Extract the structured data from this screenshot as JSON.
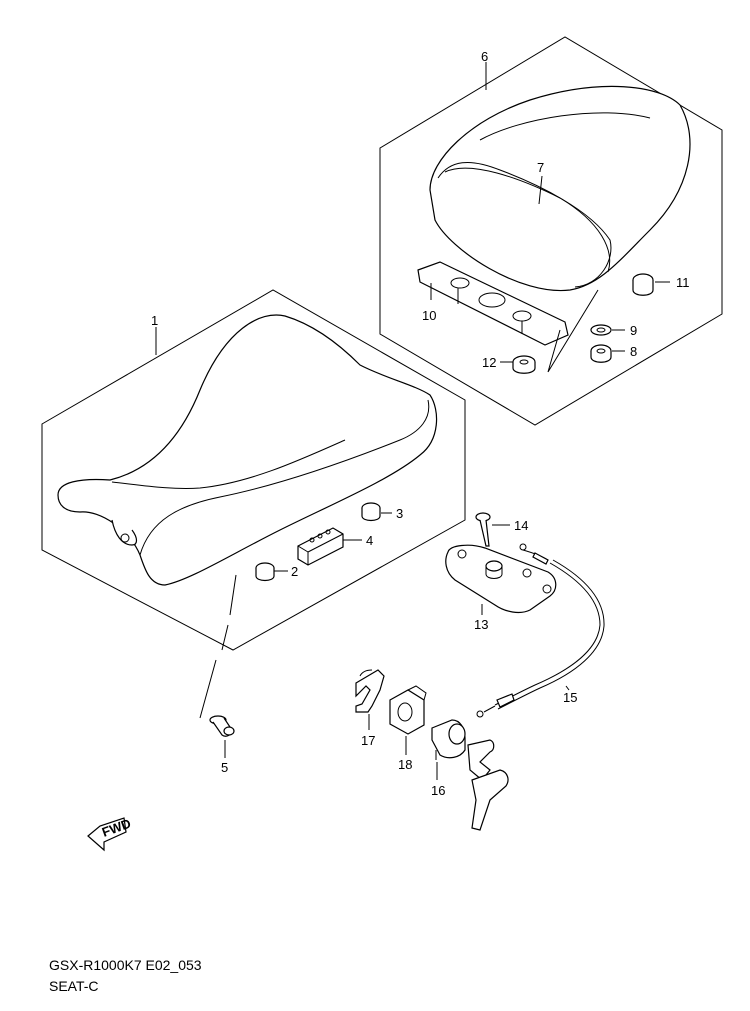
{
  "callouts": {
    "c1": "1",
    "c2": "2",
    "c3": "3",
    "c4": "4",
    "c5": "5",
    "c6": "6",
    "c7": "7",
    "c8": "8",
    "c9": "9",
    "c10": "10",
    "c11": "11",
    "c12": "12",
    "c13": "13",
    "c14": "14",
    "c15": "15",
    "c16": "16",
    "c17": "17",
    "c18": "18"
  },
  "fwd_arrow_text": "FWD",
  "footer": {
    "model_code": "GSX-R1000K7 E02_053",
    "section": "SEAT-C"
  }
}
